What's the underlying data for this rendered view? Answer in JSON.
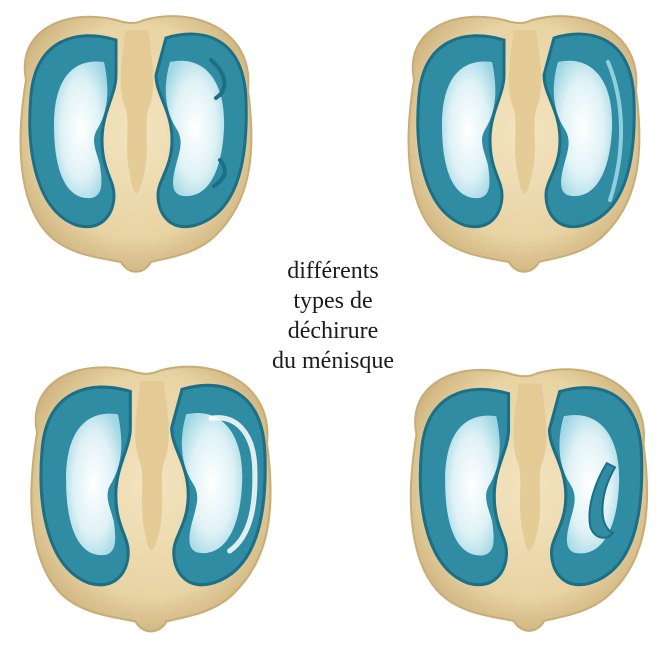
{
  "caption": {
    "lines": [
      "différents",
      "types de",
      "déchirure",
      "du ménisque"
    ]
  },
  "colors": {
    "bone": "#e8d3a3",
    "bone_shadow": "#c9ad77",
    "meniscus": "#2f8ca3",
    "meniscus_dark": "#1d6f86",
    "meniscus_light": "#8fd0df",
    "cartilage": "#dff2f6"
  },
  "diagrams": [
    {
      "tear_type": "flap-tear"
    },
    {
      "tear_type": "longitudinal-tear"
    },
    {
      "tear_type": "bucket-handle-tear"
    },
    {
      "tear_type": "radial-tear"
    }
  ]
}
